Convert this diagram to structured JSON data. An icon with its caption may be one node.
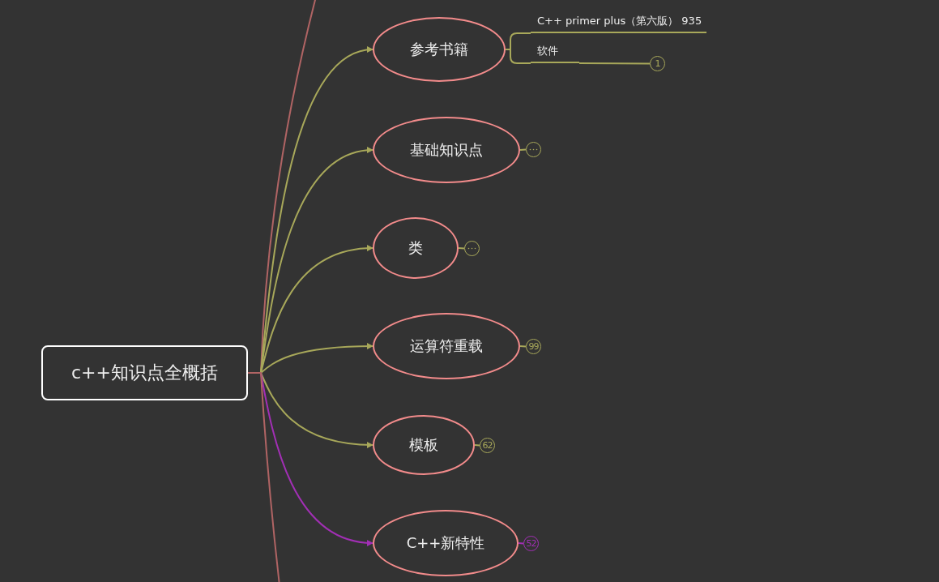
{
  "diagram": {
    "nodes": [
      {
        "text": [
          "c++知识点全概括"
        ]
      },
      {
        "text": [
          "参考书籍"
        ]
      },
      {
        "text": [
          "C++ primer plus（第六版） 935"
        ]
      },
      {
        "text": [
          "软件"
        ]
      },
      {
        "text": [
          "1"
        ]
      },
      {
        "text": [
          "基础知识点"
        ]
      },
      {
        "text": [],
        "shape": "circle"
      },
      {
        "text": [
          "类"
        ]
      },
      {
        "text": [],
        "shape": "circle"
      },
      {
        "text": [
          "运算符重载"
        ]
      },
      {
        "text": [
          "99"
        ]
      },
      {
        "text": [
          "模板"
        ]
      },
      {
        "text": [
          "62"
        ]
      },
      {
        "text": [
          "C++新特性"
        ]
      },
      {
        "text": [
          "52"
        ]
      }
    ],
    "edges": [
      {
        "from": 0,
        "to": null,
        "arrow": "none",
        "color": "#b06464"
      },
      {
        "from": 0,
        "to": 1,
        "arrow": "to"
      },
      {
        "from": 0,
        "to": 5,
        "arrow": "to"
      },
      {
        "from": 0,
        "to": 7,
        "arrow": "to"
      },
      {
        "from": 0,
        "to": 9,
        "arrow": "to"
      },
      {
        "from": 0,
        "to": 11,
        "arrow": "to"
      },
      {
        "from": 0,
        "to": 13,
        "arrow": "to",
        "color": "#a22fb5"
      },
      {
        "from": 0,
        "to": null,
        "arrow": "none",
        "color": "#b06464"
      },
      {
        "from": 1,
        "to": 2,
        "arrow": "none"
      },
      {
        "from": 1,
        "to": 3,
        "arrow": "none"
      },
      {
        "from": 3,
        "to": 4,
        "arrow": "none"
      },
      {
        "from": 5,
        "to": 6,
        "arrow": "none"
      },
      {
        "from": 7,
        "to": 8,
        "arrow": "none"
      },
      {
        "from": 9,
        "to": 10,
        "arrow": "none"
      },
      {
        "from": 11,
        "to": 12,
        "arrow": "none"
      },
      {
        "from": 13,
        "to": 14,
        "arrow": "none",
        "color": "#a22fb5"
      }
    ]
  }
}
